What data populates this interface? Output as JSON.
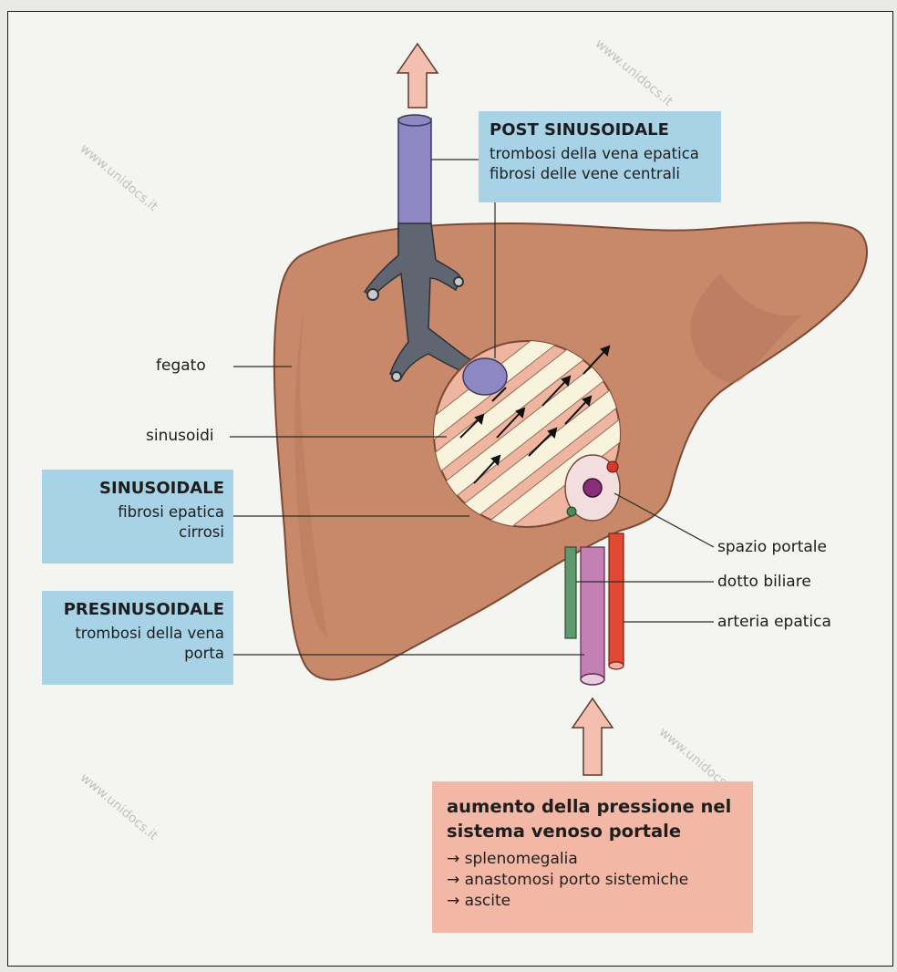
{
  "labels": {
    "fegato": "fegato",
    "sinusoidi": "sinusoidi",
    "spazio_portale": "spazio portale",
    "dotto_biliare": "dotto biliare",
    "arteria_epatica": "arteria epatica"
  },
  "post_sinusoidale": {
    "title": "POST SINUSOIDALE",
    "lines": [
      "trombosi della vena epatica",
      "fibrosi delle vene centrali"
    ]
  },
  "sinusoidale": {
    "title": "SINUSOIDALE",
    "lines": [
      "fibrosi epatica",
      "cirrosi"
    ]
  },
  "presinusoidale": {
    "title": "PRESINUSOIDALE",
    "lines": [
      "trombosi della vena",
      "porta"
    ]
  },
  "pressione": {
    "title_lines": [
      "aumento della pressione nel",
      "sistema venoso portale"
    ],
    "items": [
      "→ splenomegalia",
      "→ anastomosi porto sistemiche",
      "→ ascite"
    ]
  },
  "watermark": "www.unidocs.it",
  "colors": {
    "liver": "#c8896b",
    "liver_shadow": "#b67559",
    "hepatic_vein": "#8f86c4",
    "vein_branches": "#5f6672",
    "portal_vein": "#c47fb3",
    "hepatic_artery": "#e04a32",
    "bile_duct": "#5e9a6e",
    "box_blue": "#a8d2e6",
    "box_pink": "#f3b7a6"
  }
}
